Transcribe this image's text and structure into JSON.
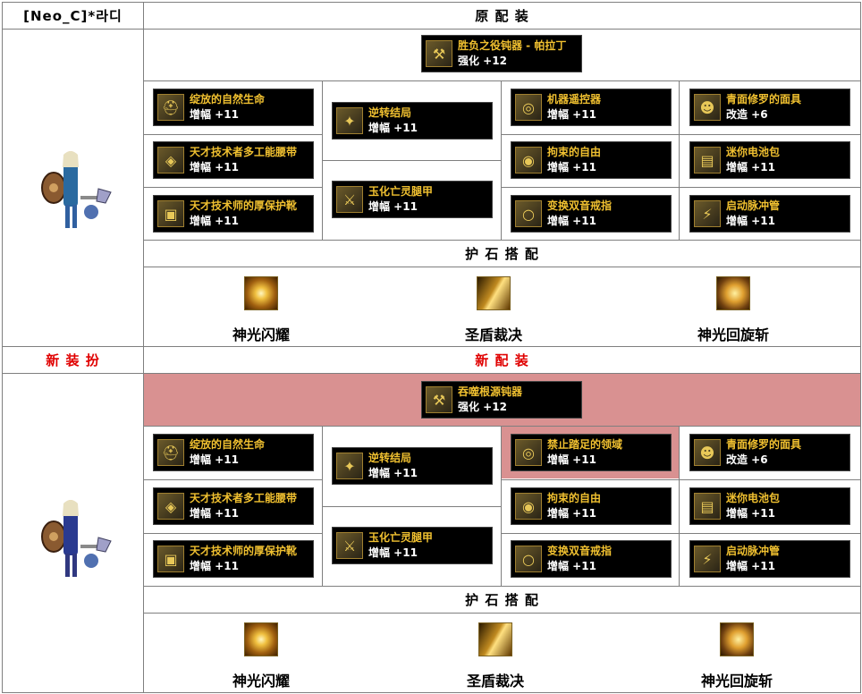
{
  "top": {
    "character_name": "[Neo_C]*라디",
    "header_title": "原 配 装",
    "weapon": {
      "name": "胜负之役钝器 - 帕拉丁",
      "stat": "强化 +12",
      "icon": "mace-icon"
    },
    "col1": [
      {
        "name": "绽放的自然生命",
        "stat": "增幅 +11",
        "icon": "helmet-icon"
      },
      {
        "name": "天才技术者多工能腰带",
        "stat": "增幅 +11",
        "icon": "belt-icon"
      },
      {
        "name": "天才技术师的厚保护靴",
        "stat": "增幅 +11",
        "icon": "boots-icon"
      }
    ],
    "col2": [
      {
        "name": "逆转结局",
        "stat": "增幅 +11",
        "icon": "armor-icon"
      },
      {
        "name": "玉化亡灵腿甲",
        "stat": "增幅 +11",
        "icon": "legs-icon"
      }
    ],
    "col3": [
      {
        "name": "机器遥控器",
        "stat": "增幅 +11",
        "icon": "remote-icon"
      },
      {
        "name": "拘束的自由",
        "stat": "增幅 +11",
        "icon": "bracelet-icon"
      },
      {
        "name": "变换双音戒指",
        "stat": "增幅 +11",
        "icon": "ring-icon"
      }
    ],
    "col4": [
      {
        "name": "青面修罗的面具",
        "stat": "改造 +6",
        "icon": "mask-icon"
      },
      {
        "name": "迷你电池包",
        "stat": "增幅 +11",
        "icon": "battery-icon"
      },
      {
        "name": "启动脉冲管",
        "stat": "增幅 +11",
        "icon": "pulse-icon"
      }
    ],
    "rune_header": "护 石 搭 配",
    "runes": [
      {
        "label": "神光闪耀",
        "icon": "flash-icon"
      },
      {
        "label": "圣盾裁决",
        "icon": "shield-strike-icon"
      },
      {
        "label": "神光回旋斩",
        "icon": "spin-slash-icon"
      }
    ]
  },
  "bottom": {
    "left_header": "新 装 扮",
    "header_title": "新 配 装",
    "weapon": {
      "name": "吞噬根源钝器",
      "stat": "强化 +12",
      "icon": "mace-icon"
    },
    "col1": [
      {
        "name": "绽放的自然生命",
        "stat": "增幅 +11",
        "icon": "helmet-icon"
      },
      {
        "name": "天才技术者多工能腰带",
        "stat": "增幅 +11",
        "icon": "belt-icon"
      },
      {
        "name": "天才技术师的厚保护靴",
        "stat": "增幅 +11",
        "icon": "boots-icon"
      }
    ],
    "col2": [
      {
        "name": "逆转结局",
        "stat": "增幅 +11",
        "icon": "armor-icon"
      },
      {
        "name": "玉化亡灵腿甲",
        "stat": "增幅 +11",
        "icon": "legs-icon"
      }
    ],
    "col3": [
      {
        "name": "禁止踏足的领域",
        "stat": "增幅 +11",
        "icon": "remote-icon"
      },
      {
        "name": "拘束的自由",
        "stat": "增幅 +11",
        "icon": "bracelet-icon"
      },
      {
        "name": "变换双音戒指",
        "stat": "增幅 +11",
        "icon": "ring-icon"
      }
    ],
    "col4": [
      {
        "name": "青面修罗的面具",
        "stat": "改造 +6",
        "icon": "mask-icon"
      },
      {
        "name": "迷你电池包",
        "stat": "增幅 +11",
        "icon": "battery-icon"
      },
      {
        "name": "启动脉冲管",
        "stat": "增幅 +11",
        "icon": "pulse-icon"
      }
    ],
    "rune_header": "护 石 搭 配",
    "runes": [
      {
        "label": "神光闪耀",
        "icon": "flash-icon"
      },
      {
        "label": "圣盾裁决",
        "icon": "shield-strike-icon"
      },
      {
        "label": "神光回旋斩",
        "icon": "spin-slash-icon"
      }
    ]
  },
  "colors": {
    "header_red": "#e00000",
    "highlight_pink": "#d99191",
    "item_name_gold": "#f0c030"
  }
}
